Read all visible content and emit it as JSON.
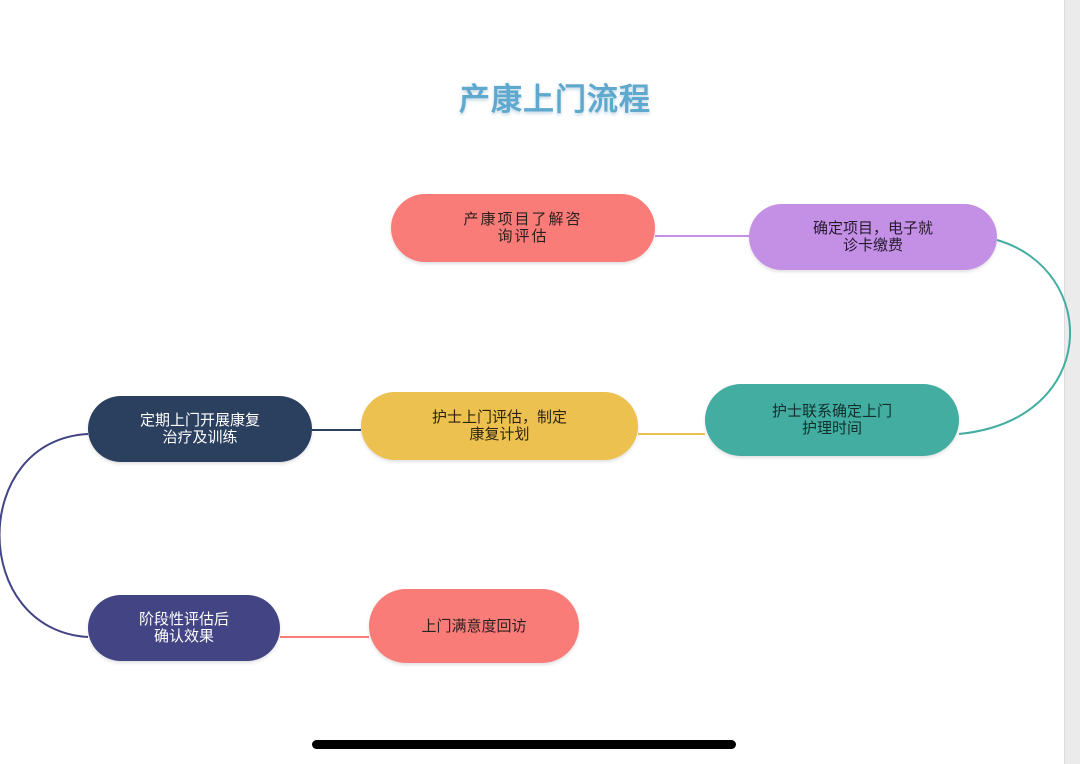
{
  "title": "产康上门流程",
  "colors": {
    "title": "#5fa9cf",
    "connector_purple": "#c490e6",
    "connector_teal": "#43ada2",
    "connector_yellow": "#ecc14f",
    "connector_navy": "#2b3f5f",
    "connector_indigo": "#434483",
    "connector_pink": "#fa7c78"
  },
  "nodes": [
    {
      "id": "n1",
      "lines": [
        "产康项目了解咨",
        "询评估"
      ],
      "color": "#fa7c78"
    },
    {
      "id": "n2",
      "lines": [
        "确定项目，电子就",
        "诊卡缴费"
      ],
      "color": "#c490e6"
    },
    {
      "id": "n3",
      "lines": [
        "护士联系确定上门",
        "护理时间"
      ],
      "color": "#43ada2"
    },
    {
      "id": "n4",
      "lines": [
        "护士上门评估，制定",
        "康复计划"
      ],
      "color": "#ecc14f"
    },
    {
      "id": "n5",
      "lines": [
        "定期上门开展康复",
        "治疗及训练"
      ],
      "color": "#2b3f5f"
    },
    {
      "id": "n6",
      "lines": [
        "上门满意度回访"
      ],
      "color": "#fa7c78"
    },
    {
      "id": "n7",
      "lines": [
        "阶段性评估后",
        "确认效果"
      ],
      "color": "#434483"
    }
  ]
}
